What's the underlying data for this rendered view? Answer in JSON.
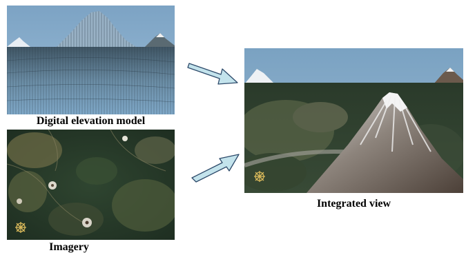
{
  "panels": {
    "dem": {
      "caption": "Digital elevation model"
    },
    "imagery": {
      "caption": "Imagery"
    },
    "integrated": {
      "caption": "Integrated view"
    }
  },
  "colors": {
    "sky": "#7fa6c8",
    "arrow_fill": "#c3e3ec",
    "arrow_stroke": "#2d4a6a",
    "terrain_green": "#2f4a2f"
  },
  "icons": [
    "arrow-right-down-icon",
    "arrow-right-up-icon",
    "compass-rose-icon"
  ]
}
